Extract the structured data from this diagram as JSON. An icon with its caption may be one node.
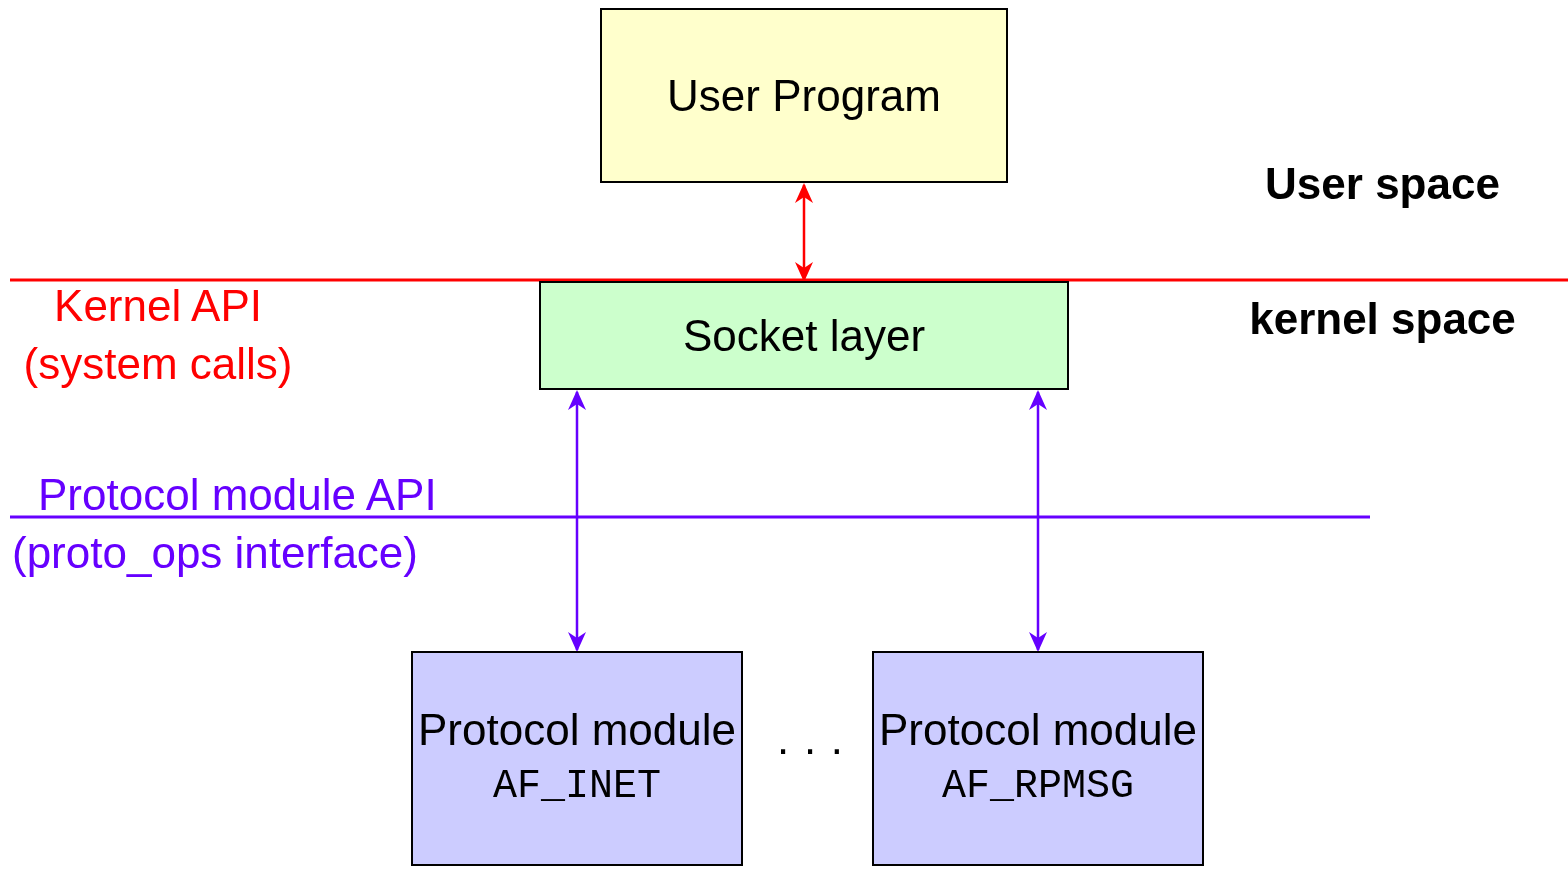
{
  "diagram": {
    "nodes": [
      {
        "text": [
          "User Program"
        ]
      },
      {
        "text": [
          "Socket layer"
        ]
      },
      {
        "text": [
          "Protocol module",
          "AF_INET"
        ]
      },
      {
        "text": [
          "Protocol module",
          "AF_RPMSG"
        ]
      }
    ],
    "edges": [
      {
        "from": 0,
        "to": 1,
        "arrow": "both",
        "color": "#ff0000"
      },
      {
        "from": 1,
        "to": 2,
        "arrow": "both"
      },
      {
        "from": 1,
        "to": 3,
        "arrow": "both"
      }
    ],
    "labels": [
      "User space",
      "kernel space",
      "Kernel API (system calls)",
      "Protocol module API (proto_ops interface)",
      "· · ·"
    ]
  }
}
